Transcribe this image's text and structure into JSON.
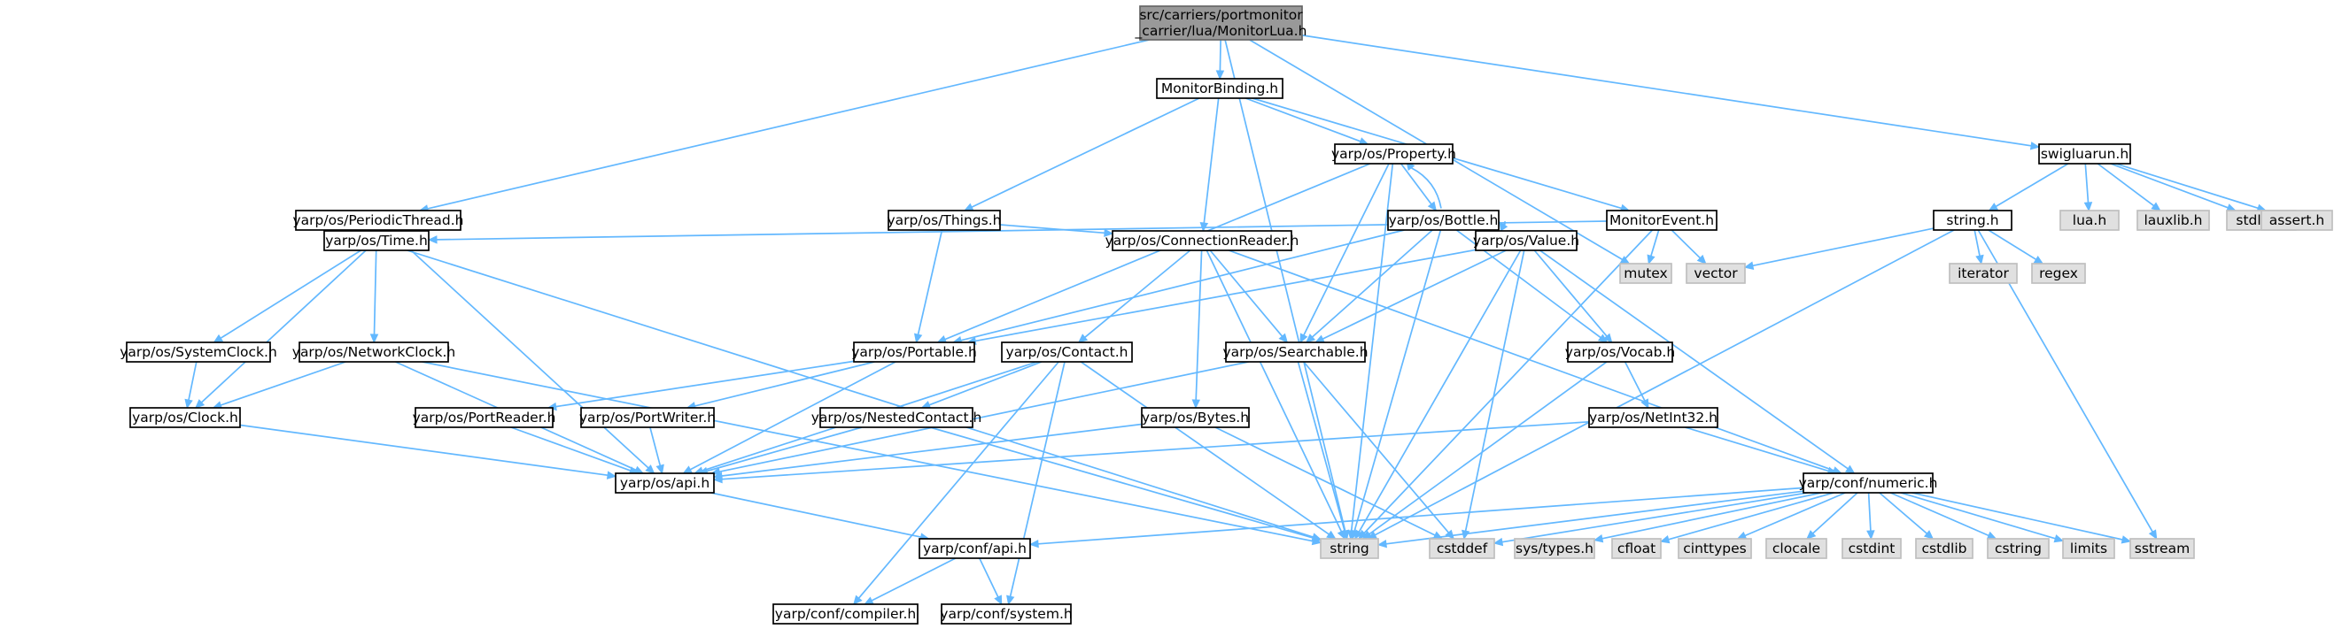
{
  "colors": {
    "edge": "#63b8ff",
    "root_fill": "#999999",
    "root_stroke": "#666666",
    "node_fill": "#ffffff",
    "node_stroke": "#000000",
    "external_fill": "#e0e0e0",
    "external_stroke": "#bfbfbf"
  },
  "nodes": [
    {
      "id": "root",
      "lines": [
        "src/carriers/portmonitor",
        "_carrier/lua/MonitorLua.h"
      ],
      "kind": "root"
    },
    {
      "id": "monitorbinding",
      "lines": [
        "MonitorBinding.h"
      ],
      "kind": "file"
    },
    {
      "id": "swigluarun",
      "lines": [
        "swigluarun.h"
      ],
      "kind": "file"
    },
    {
      "id": "property",
      "lines": [
        "yarp/os/Property.h"
      ],
      "kind": "file"
    },
    {
      "id": "periodicthread",
      "lines": [
        "yarp/os/PeriodicThread.h"
      ],
      "kind": "file"
    },
    {
      "id": "things",
      "lines": [
        "yarp/os/Things.h"
      ],
      "kind": "file"
    },
    {
      "id": "bottle",
      "lines": [
        "yarp/os/Bottle.h"
      ],
      "kind": "file"
    },
    {
      "id": "monitorevent",
      "lines": [
        "MonitorEvent.h"
      ],
      "kind": "file"
    },
    {
      "id": "stringh",
      "lines": [
        "string.h"
      ],
      "kind": "file"
    },
    {
      "id": "luah",
      "lines": [
        "lua.h"
      ],
      "kind": "external"
    },
    {
      "id": "lauxlib",
      "lines": [
        "lauxlib.h"
      ],
      "kind": "external"
    },
    {
      "id": "stdlibh",
      "lines": [
        "stdlib.h"
      ],
      "kind": "external"
    },
    {
      "id": "asserth",
      "lines": [
        "assert.h"
      ],
      "kind": "external"
    },
    {
      "id": "time",
      "lines": [
        "yarp/os/Time.h"
      ],
      "kind": "file"
    },
    {
      "id": "connectionreader",
      "lines": [
        "yarp/os/ConnectionReader.h"
      ],
      "kind": "file"
    },
    {
      "id": "value",
      "lines": [
        "yarp/os/Value.h"
      ],
      "kind": "file"
    },
    {
      "id": "mutex",
      "lines": [
        "mutex"
      ],
      "kind": "external"
    },
    {
      "id": "vector",
      "lines": [
        "vector"
      ],
      "kind": "external"
    },
    {
      "id": "iterator",
      "lines": [
        "iterator"
      ],
      "kind": "external"
    },
    {
      "id": "regex",
      "lines": [
        "regex"
      ],
      "kind": "external"
    },
    {
      "id": "systemclock",
      "lines": [
        "yarp/os/SystemClock.h"
      ],
      "kind": "file"
    },
    {
      "id": "networkclock",
      "lines": [
        "yarp/os/NetworkClock.h"
      ],
      "kind": "file"
    },
    {
      "id": "portable",
      "lines": [
        "yarp/os/Portable.h"
      ],
      "kind": "file"
    },
    {
      "id": "contact",
      "lines": [
        "yarp/os/Contact.h"
      ],
      "kind": "file"
    },
    {
      "id": "searchable",
      "lines": [
        "yarp/os/Searchable.h"
      ],
      "kind": "file"
    },
    {
      "id": "vocab",
      "lines": [
        "yarp/os/Vocab.h"
      ],
      "kind": "file"
    },
    {
      "id": "clock",
      "lines": [
        "yarp/os/Clock.h"
      ],
      "kind": "file"
    },
    {
      "id": "portreader",
      "lines": [
        "yarp/os/PortReader.h"
      ],
      "kind": "file"
    },
    {
      "id": "portwriter",
      "lines": [
        "yarp/os/PortWriter.h"
      ],
      "kind": "file"
    },
    {
      "id": "nestedcontact",
      "lines": [
        "yarp/os/NestedContact.h"
      ],
      "kind": "file"
    },
    {
      "id": "bytes",
      "lines": [
        "yarp/os/Bytes.h"
      ],
      "kind": "file"
    },
    {
      "id": "netint32",
      "lines": [
        "yarp/os/NetInt32.h"
      ],
      "kind": "file"
    },
    {
      "id": "osapi",
      "lines": [
        "yarp/os/api.h"
      ],
      "kind": "file"
    },
    {
      "id": "numeric",
      "lines": [
        "yarp/conf/numeric.h"
      ],
      "kind": "file"
    },
    {
      "id": "string",
      "lines": [
        "string"
      ],
      "kind": "external"
    },
    {
      "id": "cstddef",
      "lines": [
        "cstddef"
      ],
      "kind": "external"
    },
    {
      "id": "systypes",
      "lines": [
        "sys/types.h"
      ],
      "kind": "external"
    },
    {
      "id": "cfloat",
      "lines": [
        "cfloat"
      ],
      "kind": "external"
    },
    {
      "id": "cinttypes",
      "lines": [
        "cinttypes"
      ],
      "kind": "external"
    },
    {
      "id": "clocale",
      "lines": [
        "clocale"
      ],
      "kind": "external"
    },
    {
      "id": "cstdint",
      "lines": [
        "cstdint"
      ],
      "kind": "external"
    },
    {
      "id": "cstdlib",
      "lines": [
        "cstdlib"
      ],
      "kind": "external"
    },
    {
      "id": "cstring",
      "lines": [
        "cstring"
      ],
      "kind": "external"
    },
    {
      "id": "limits",
      "lines": [
        "limits"
      ],
      "kind": "external"
    },
    {
      "id": "sstream",
      "lines": [
        "sstream"
      ],
      "kind": "external"
    },
    {
      "id": "confapi",
      "lines": [
        "yarp/conf/api.h"
      ],
      "kind": "file"
    },
    {
      "id": "compiler",
      "lines": [
        "yarp/conf/compiler.h"
      ],
      "kind": "file"
    },
    {
      "id": "system",
      "lines": [
        "yarp/conf/system.h"
      ],
      "kind": "file"
    }
  ],
  "edges": [
    [
      "root",
      "monitorbinding"
    ],
    [
      "root",
      "swigluarun"
    ],
    [
      "root",
      "periodicthread"
    ],
    [
      "root",
      "mutex"
    ],
    [
      "root",
      "string"
    ],
    [
      "monitorbinding",
      "property"
    ],
    [
      "monitorbinding",
      "things"
    ],
    [
      "monitorbinding",
      "monitorevent"
    ],
    [
      "monitorbinding",
      "connectionreader"
    ],
    [
      "swigluarun",
      "stringh"
    ],
    [
      "swigluarun",
      "luah"
    ],
    [
      "swigluarun",
      "lauxlib"
    ],
    [
      "swigluarun",
      "stdlibh"
    ],
    [
      "swigluarun",
      "asserth"
    ],
    [
      "stringh",
      "vector"
    ],
    [
      "stringh",
      "iterator"
    ],
    [
      "stringh",
      "regex"
    ],
    [
      "stringh",
      "string"
    ],
    [
      "stringh",
      "sstream"
    ],
    [
      "periodicthread",
      "time"
    ],
    [
      "periodicthread",
      "osapi"
    ],
    [
      "property",
      "bottle"
    ],
    [
      "property",
      "portable"
    ],
    [
      "property",
      "searchable"
    ],
    [
      "property",
      "string"
    ],
    [
      "bottle",
      "property"
    ],
    [
      "bottle",
      "value"
    ],
    [
      "bottle",
      "portable"
    ],
    [
      "bottle",
      "searchable"
    ],
    [
      "bottle",
      "vocab"
    ],
    [
      "bottle",
      "string"
    ],
    [
      "value",
      "bottle"
    ],
    [
      "value",
      "portable"
    ],
    [
      "value",
      "searchable"
    ],
    [
      "value",
      "vocab"
    ],
    [
      "value",
      "string"
    ],
    [
      "value",
      "cstddef"
    ],
    [
      "value",
      "numeric"
    ],
    [
      "things",
      "portable"
    ],
    [
      "things",
      "connectionreader"
    ],
    [
      "monitorevent",
      "time"
    ],
    [
      "monitorevent",
      "mutex"
    ],
    [
      "monitorevent",
      "vector"
    ],
    [
      "monitorevent",
      "string"
    ],
    [
      "time",
      "systemclock"
    ],
    [
      "time",
      "networkclock"
    ],
    [
      "time",
      "clock"
    ],
    [
      "time",
      "string"
    ],
    [
      "systemclock",
      "clock"
    ],
    [
      "networkclock",
      "clock"
    ],
    [
      "networkclock",
      "osapi"
    ],
    [
      "networkclock",
      "string"
    ],
    [
      "connectionreader",
      "contact"
    ],
    [
      "connectionreader",
      "searchable"
    ],
    [
      "connectionreader",
      "bytes"
    ],
    [
      "connectionreader",
      "string"
    ],
    [
      "connectionreader",
      "numeric"
    ],
    [
      "portable",
      "portreader"
    ],
    [
      "portable",
      "portwriter"
    ],
    [
      "portable",
      "osapi"
    ],
    [
      "contact",
      "nestedcontact"
    ],
    [
      "contact",
      "osapi"
    ],
    [
      "contact",
      "string"
    ],
    [
      "contact",
      "compiler"
    ],
    [
      "contact",
      "system"
    ],
    [
      "searchable",
      "osapi"
    ],
    [
      "searchable",
      "string"
    ],
    [
      "searchable",
      "cstddef"
    ],
    [
      "vocab",
      "netint32"
    ],
    [
      "vocab",
      "string"
    ],
    [
      "netint32",
      "numeric"
    ],
    [
      "netint32",
      "osapi"
    ],
    [
      "clock",
      "osapi"
    ],
    [
      "portreader",
      "osapi"
    ],
    [
      "portwriter",
      "osapi"
    ],
    [
      "nestedcontact",
      "osapi"
    ],
    [
      "nestedcontact",
      "string"
    ],
    [
      "bytes",
      "osapi"
    ],
    [
      "bytes",
      "cstddef"
    ],
    [
      "osapi",
      "confapi"
    ],
    [
      "numeric",
      "confapi"
    ],
    [
      "numeric",
      "string"
    ],
    [
      "numeric",
      "cstddef"
    ],
    [
      "numeric",
      "systypes"
    ],
    [
      "numeric",
      "cfloat"
    ],
    [
      "numeric",
      "cinttypes"
    ],
    [
      "numeric",
      "clocale"
    ],
    [
      "numeric",
      "cstdint"
    ],
    [
      "numeric",
      "cstdlib"
    ],
    [
      "numeric",
      "cstring"
    ],
    [
      "numeric",
      "limits"
    ],
    [
      "numeric",
      "sstream"
    ],
    [
      "confapi",
      "compiler"
    ],
    [
      "confapi",
      "system"
    ]
  ]
}
